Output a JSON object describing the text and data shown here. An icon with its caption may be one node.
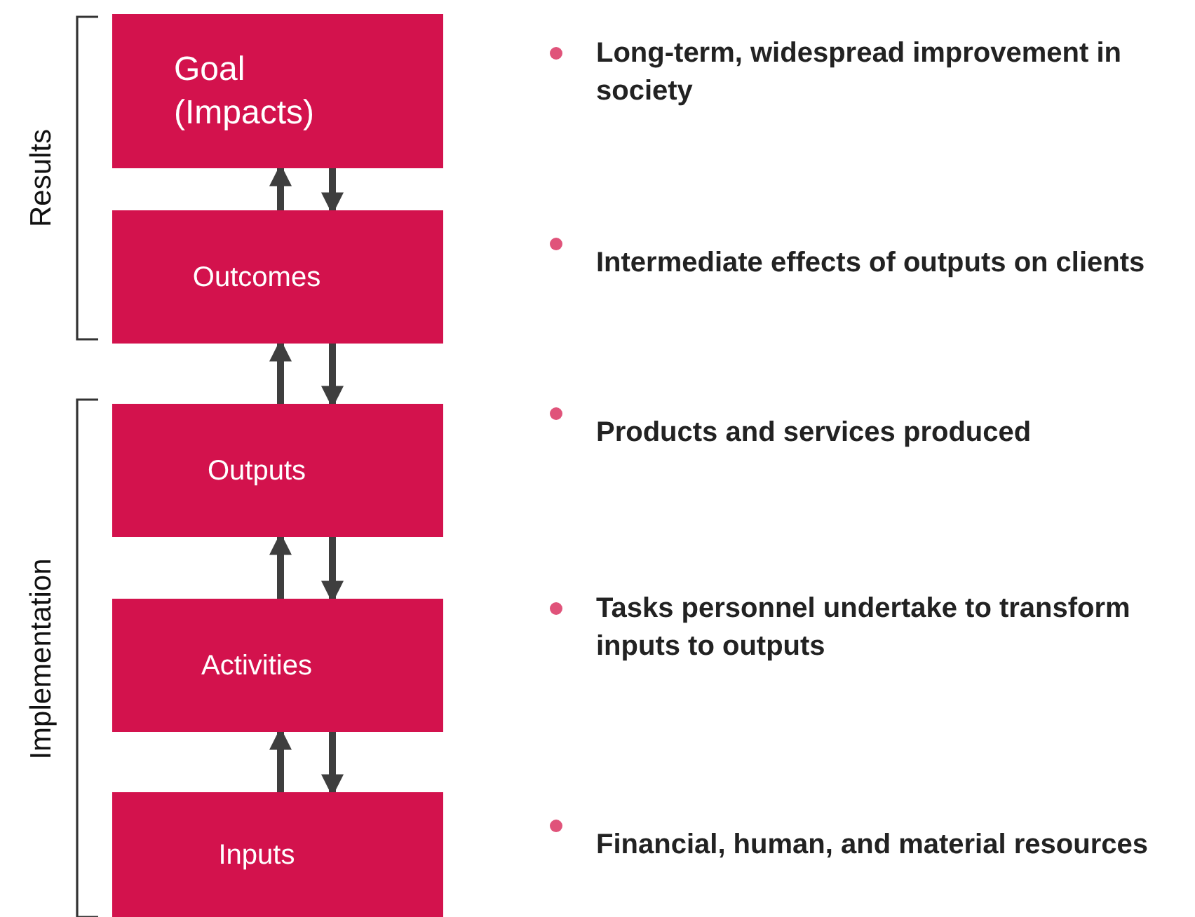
{
  "diagram": {
    "nodes": [
      {
        "text": [
          "Goal (Impacts)"
        ]
      },
      {
        "text": [
          "Outcomes"
        ]
      },
      {
        "text": [
          "Outputs"
        ]
      },
      {
        "text": [
          "Activities"
        ]
      },
      {
        "text": [
          "Inputs"
        ]
      }
    ],
    "edges": [
      {
        "from": 1,
        "to": 0,
        "arrow": "to"
      },
      {
        "from": 0,
        "to": 1,
        "arrow": "to"
      },
      {
        "from": 2,
        "to": 1,
        "arrow": "to"
      },
      {
        "from": 1,
        "to": 2,
        "arrow": "to"
      },
      {
        "from": 3,
        "to": 2,
        "arrow": "to"
      },
      {
        "from": 2,
        "to": 3,
        "arrow": "to"
      },
      {
        "from": 4,
        "to": 3,
        "arrow": "to"
      },
      {
        "from": 3,
        "to": 4,
        "arrow": "to"
      }
    ],
    "labels": [
      "Results",
      "Implementation",
      "Long-term, widespread improvement in society",
      "Intermediate effects of outputs on clients",
      "Products and services produced",
      "Tasks personnel undertake to transform inputs to outputs",
      "Financial, human, and material resources"
    ]
  }
}
